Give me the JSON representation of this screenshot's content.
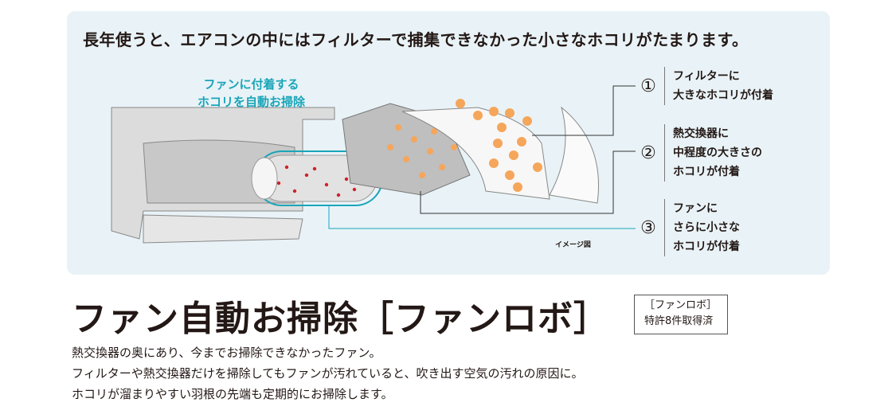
{
  "headline": "長年使うと、エアコンの中にはフィルターで捕集できなかった小さなホコリがたまります。",
  "fan_label": [
    "ファンに付着する",
    "ホコリを自動お掃除"
  ],
  "callouts": [
    {
      "num": "①",
      "lines": [
        "フィルターに",
        "大きなホコリが付着"
      ]
    },
    {
      "num": "②",
      "lines": [
        "熱交換器に",
        "中程度の大きさの",
        "ホコリが付着"
      ]
    },
    {
      "num": "③",
      "lines": [
        "ファンに",
        "さらに小さな",
        "ホコリが付着"
      ]
    }
  ],
  "caption": "イメージ図",
  "title": "ファン自動お掃除［ファンロボ］",
  "patent": [
    "［ファンロボ］",
    "特許8件取得済"
  ],
  "body": [
    "熱交換器の奥にあり、今までお掃除できなかったファン。",
    "フィルターや熱交換器だけを掃除してもファンが汚れていると、吹き出す空気の汚れの原因に。",
    "ホコリが溜まりやすい羽根の先端も定期的にお掃除します。"
  ],
  "colors": {
    "panel": "#e9f3f7",
    "accent": "#19a5b8",
    "dust": "#f5a65b",
    "dot": "#d0202a"
  }
}
